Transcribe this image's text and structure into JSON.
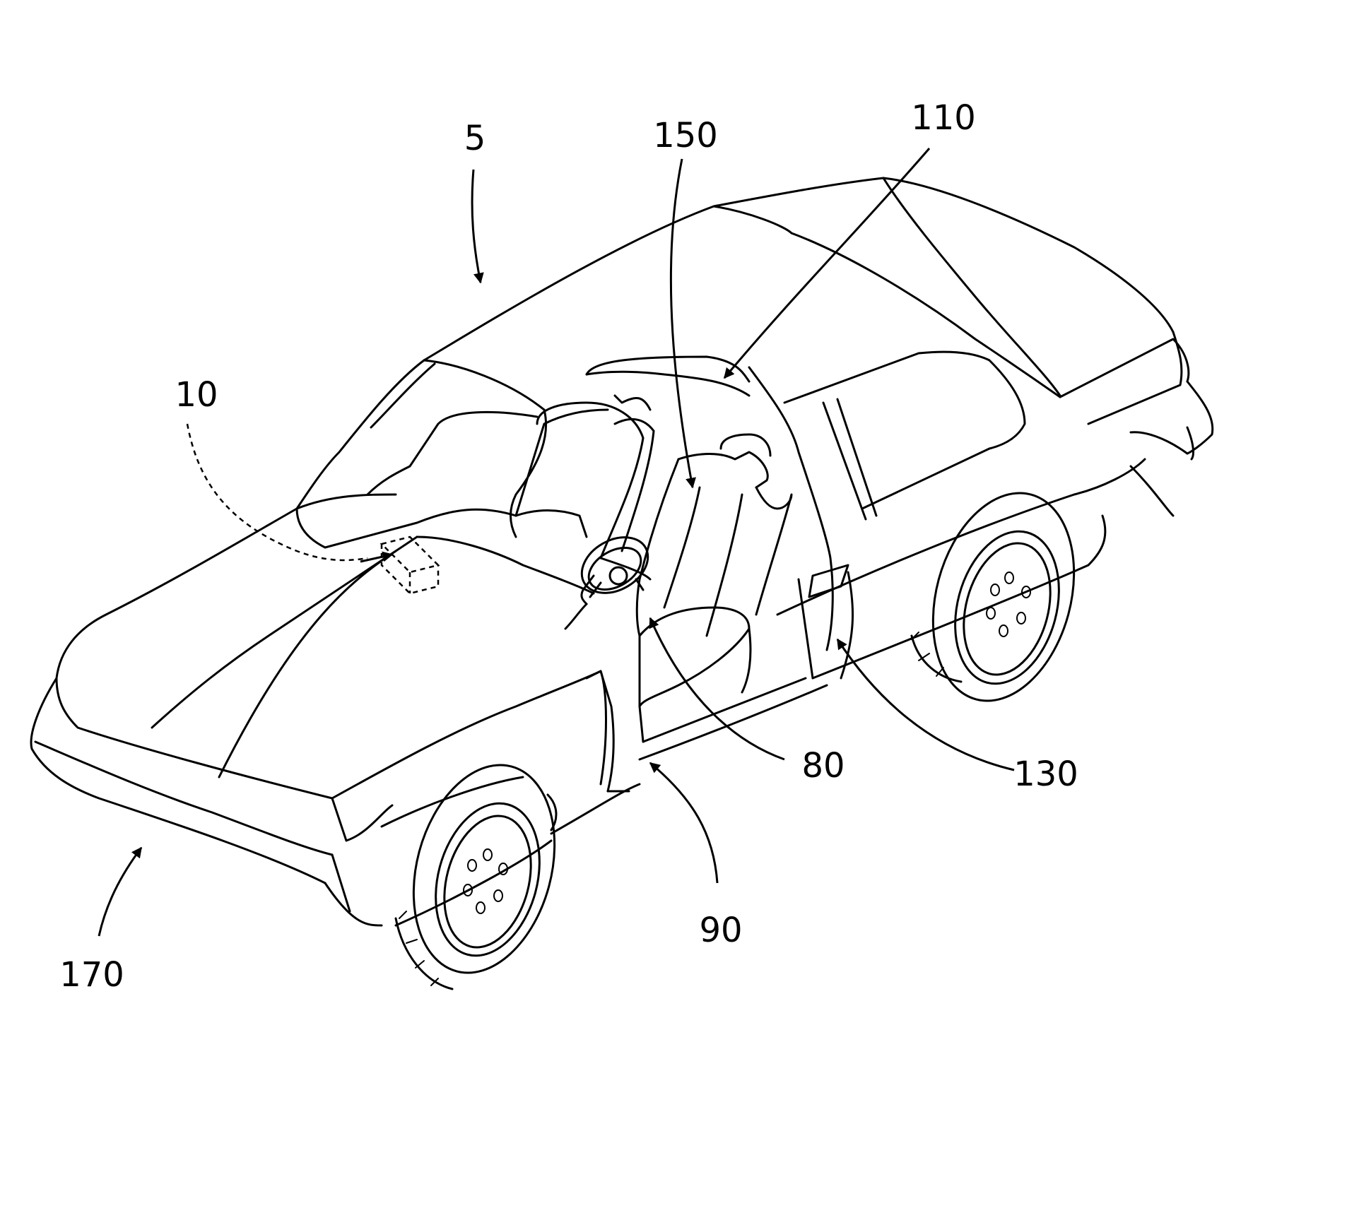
{
  "figure": {
    "reference_numerals": {
      "vehicle": "5",
      "module": "10",
      "steering_wheel": "80",
      "front_door_pillar": "90",
      "roof_rail": "110",
      "center_pillar": "130",
      "seat": "150",
      "bumper": "170"
    }
  }
}
